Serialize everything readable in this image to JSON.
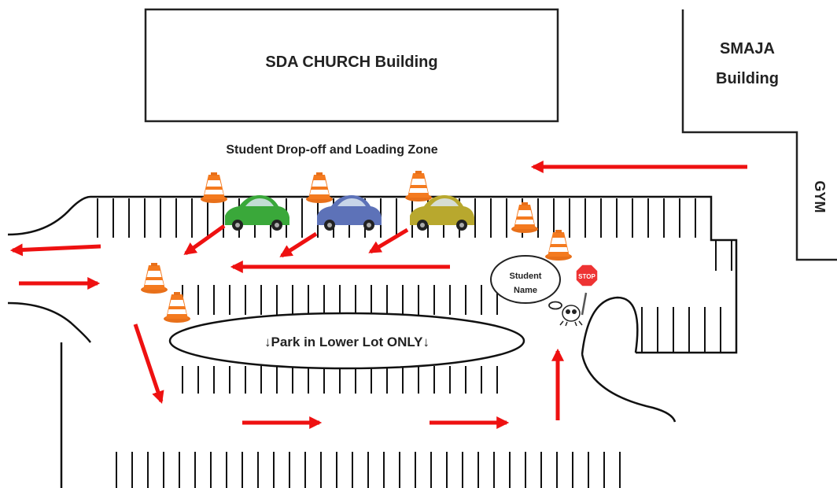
{
  "map": {
    "church_label": "SDA CHURCH Building",
    "smaja_line1": "SMAJA",
    "smaja_line2": "Building",
    "gym_label": "GYM",
    "zone_label": "Student Drop-off and Loading Zone",
    "park_label": "↓Park in Lower Lot ONLY↓",
    "bubble_line1": "Student",
    "bubble_line2": "Name",
    "stop_sign_text": "STOP",
    "car_colors": [
      "#3aa83a",
      "#5d72b8",
      "#b8a82e"
    ],
    "arrow_color": "#ee1111",
    "cone_color": "#f47a1f"
  }
}
